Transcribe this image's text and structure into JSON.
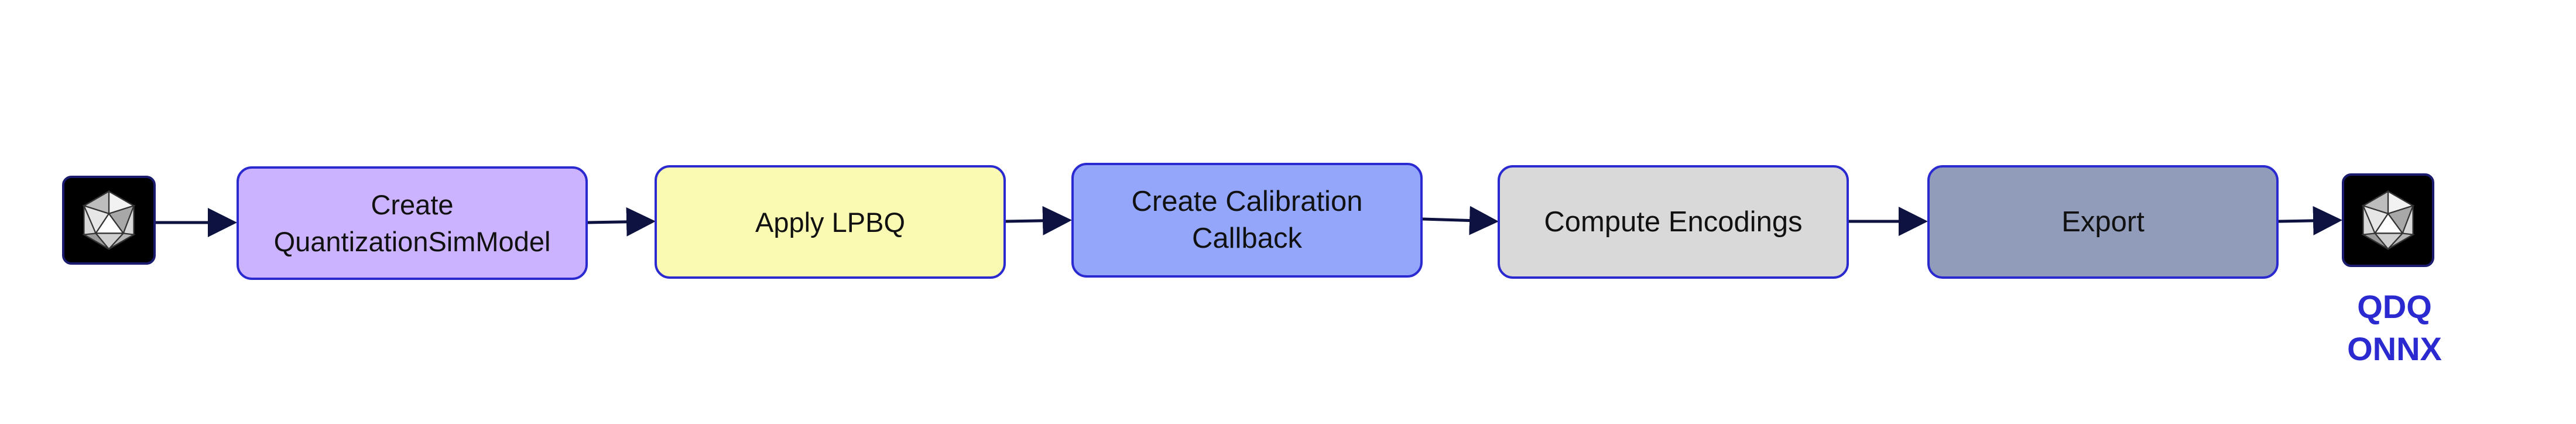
{
  "diagram": {
    "steps": [
      {
        "id": "create-sim",
        "lines": [
          "Create",
          "QuantizationSimModel"
        ],
        "color": "#ccb3ff"
      },
      {
        "id": "apply-lpbq",
        "lines": [
          "Apply LPBQ"
        ],
        "color": "#fafab3"
      },
      {
        "id": "calib-callback",
        "lines": [
          "Create Calibration",
          "Callback"
        ],
        "color": "#94a6fa"
      },
      {
        "id": "compute-encodings",
        "lines": [
          "Compute Encodings"
        ],
        "color": "#d9d9d9"
      },
      {
        "id": "export",
        "lines": [
          "Export"
        ],
        "color": "#919cbb"
      }
    ],
    "input_icon": "model-polyhedron-icon",
    "output_icon": "model-polyhedron-icon",
    "output_label": [
      "QDQ",
      "ONNX"
    ],
    "accent_color": "#2a2ad0",
    "arrow_color": "#0d1240"
  }
}
